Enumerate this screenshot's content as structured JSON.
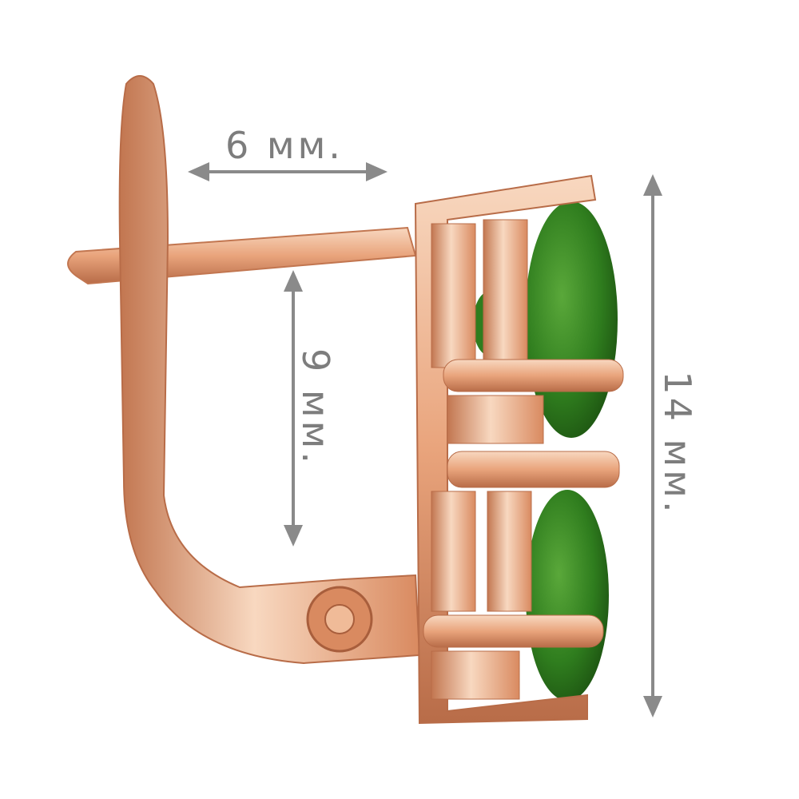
{
  "dimensions": {
    "width_label": "6 мм.",
    "inner_height_label": "9 мм.",
    "total_height_label": "14 мм."
  },
  "colors": {
    "gold": "#e9a47c",
    "gold_shadow": "#c27650",
    "gold_highlight": "#f8d8c0",
    "stone": "#2f7d1e",
    "stone_dark": "#1b4f10",
    "arrow": "#8a8a8a"
  }
}
